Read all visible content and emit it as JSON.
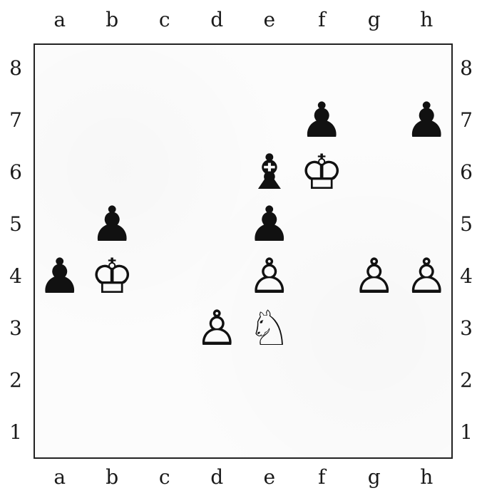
{
  "board": {
    "files": [
      "a",
      "b",
      "c",
      "d",
      "e",
      "f",
      "g",
      "h"
    ],
    "ranks": [
      "8",
      "7",
      "6",
      "5",
      "4",
      "3",
      "2",
      "1"
    ],
    "pieces": [
      {
        "square": "f7",
        "color": "black",
        "type": "pawn",
        "glyph": "♟"
      },
      {
        "square": "h7",
        "color": "black",
        "type": "pawn",
        "glyph": "♟"
      },
      {
        "square": "e6",
        "color": "black",
        "type": "bishop",
        "glyph": "♝"
      },
      {
        "square": "f6",
        "color": "white",
        "type": "king",
        "glyph": "♔"
      },
      {
        "square": "b5",
        "color": "black",
        "type": "pawn",
        "glyph": "♟"
      },
      {
        "square": "e5",
        "color": "black",
        "type": "pawn",
        "glyph": "♟"
      },
      {
        "square": "a4",
        "color": "black",
        "type": "pawn",
        "glyph": "♟"
      },
      {
        "square": "b4",
        "color": "white",
        "type": "king",
        "glyph": "♔"
      },
      {
        "square": "e4",
        "color": "white",
        "type": "pawn",
        "glyph": "♙"
      },
      {
        "square": "g4",
        "color": "white",
        "type": "pawn",
        "glyph": "♙"
      },
      {
        "square": "h4",
        "color": "white",
        "type": "pawn",
        "glyph": "♙"
      },
      {
        "square": "d3",
        "color": "white",
        "type": "pawn",
        "glyph": "♙"
      },
      {
        "square": "e3",
        "color": "white",
        "type": "knight",
        "glyph": "♘"
      }
    ]
  }
}
